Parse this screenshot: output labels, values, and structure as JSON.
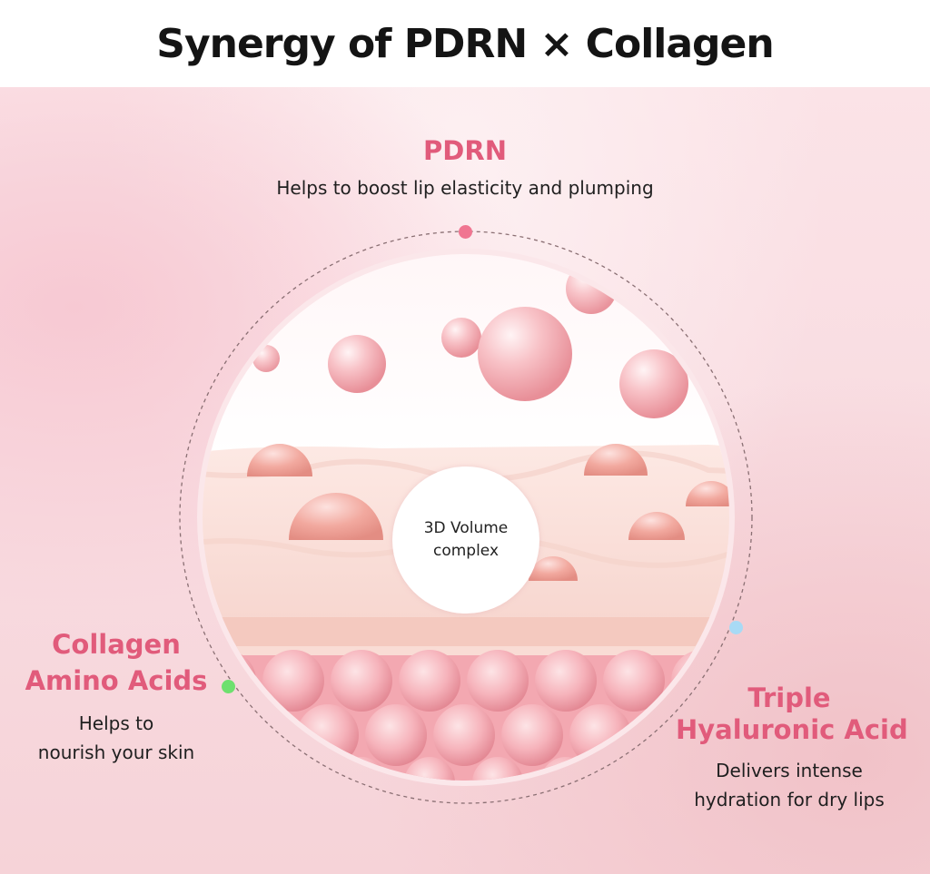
{
  "title": "Synergy of PDRN × Collagen",
  "pdrn": {
    "name": "PDRN",
    "description": "Helps to boost lip elasticity and plumping"
  },
  "center": {
    "line1": "3D Volume",
    "line2": "complex"
  },
  "collagen": {
    "name_line1": "Collagen",
    "name_line2": "Amino Acids",
    "desc_line1": "Helps to",
    "desc_line2": "nourish your skin"
  },
  "hyaluronic": {
    "name_line1": "Triple",
    "name_line2": "Hyaluronic Acid",
    "desc_line1": "Delivers intense",
    "desc_line2": "hydration for dry lips"
  },
  "colors": {
    "accent": "#e15b7b",
    "pdrn_dot": "#f07591",
    "collagen_dot": "#6ee06e",
    "hyaluronic_dot": "#a8daf5"
  }
}
